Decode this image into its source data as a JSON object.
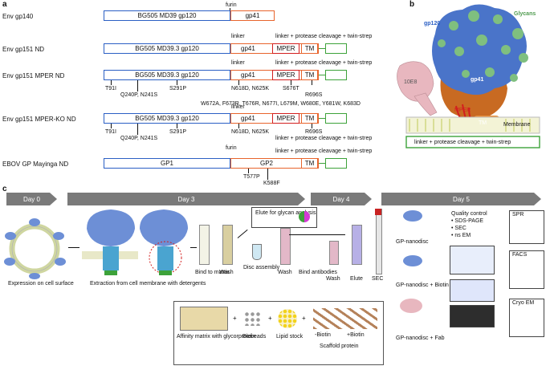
{
  "panels": {
    "a": "a",
    "b": "b",
    "c": "c"
  },
  "constructs": [
    {
      "name": "Env gp140"
    },
    {
      "name": "Env gp151 ND"
    },
    {
      "name": "Env gp151 MPER ND"
    },
    {
      "name": "Env gp151 MPER-KO ND"
    },
    {
      "name": "EBOV GP Mayinga ND"
    }
  ],
  "segments": {
    "gp120_a": "BG505 MD39 gp120",
    "gp120_b": "BG505 MD39.3 gp120",
    "gp41": "gp41",
    "mper": "MPER",
    "tm": "TM",
    "gp1": "GP1",
    "gp2": "GP2"
  },
  "labels": {
    "furin": "furin",
    "linker": "linker",
    "linker_tag": "linker + protease cleavage + twin-strep"
  },
  "mutations": {
    "r3_left_1": "T91I",
    "r3_left_2": "Q240P, N241S",
    "r3_s291": "S291P",
    "r3_right_1": "N618D, N625K",
    "r3_s676": "S676T",
    "r3_r696": "R696S",
    "r4_top": "W672A, F673R, T676R, N677I, L679M, W680E, Y681W, K683D",
    "r4_left_1": "T91I",
    "r4_left_2": "Q240P, N241S",
    "r4_s291": "S291P",
    "r4_right_1": "N618D, N625K",
    "r4_r696": "R696S",
    "r5_1": "T577P",
    "r5_2": "K588F"
  },
  "structure": {
    "gp120": "gp120",
    "glycans": "Glycans",
    "antibody": "10E8",
    "gp41": "gp41",
    "mper": "MPER",
    "tm": "TM",
    "membrane": "Membrane",
    "tag": "linker + protease cleavage + twin-strep"
  },
  "days": [
    "Day 0",
    "Day 3",
    "Day 4",
    "Day 5"
  ],
  "workflow": {
    "expression": "Expression on cell surface",
    "extraction": "Extraction from cell membrane with detergents",
    "bind": "Bind to matrix",
    "wash1": "Wash",
    "disc": "Disc assembly",
    "wash2": "Wash",
    "bind_ab": "Bind antibodies",
    "wash3": "Wash",
    "elute": "Elute",
    "sec": "SEC",
    "glycan": "Elute for glycan analysis"
  },
  "materials": {
    "affinity": "Affinity matrix with glycorprotein",
    "biobeads": "Biobeads",
    "lipid": "Lipid stock",
    "scaffold": "Scaffold protein",
    "no_biotin": "-Biotin",
    "biotin": "+Biotin",
    "plus": "+"
  },
  "products": {
    "p1": "GP-nanodisc",
    "p2": "GP-nanodisc + Biotin",
    "p3": "GP-nanodisc + Fab"
  },
  "qc": {
    "title": "Quality control",
    "items": [
      "• SDS-PAGE",
      "• SEC",
      "• ns EM"
    ]
  },
  "assays": {
    "spr": "SPR",
    "facs": "FACS",
    "cryo": "Cryo EM"
  },
  "colors": {
    "gp120": "#2b5fc4",
    "gp41": "#e8642c",
    "tag": "#3da23a",
    "mper": "#d31f1f",
    "trimer": "#6d8fd6",
    "antibody": "#e8b7bf",
    "glycan": "#7fbf7f",
    "day_arrow": "#7a7a7a"
  }
}
